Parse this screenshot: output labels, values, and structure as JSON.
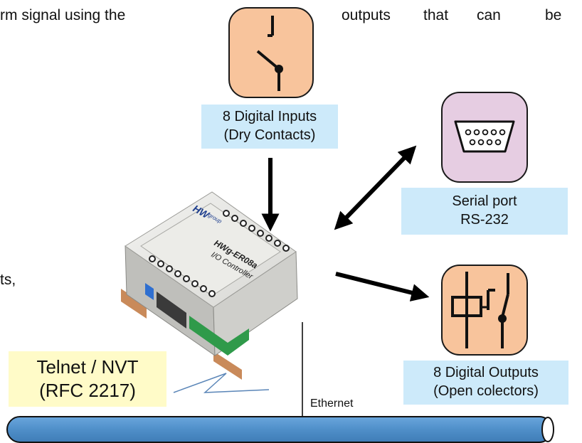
{
  "top_text": {
    "part1": "rm signal using the",
    "part2": "outputs",
    "part3": "that",
    "part4": "can",
    "part5": "be"
  },
  "side_text": "ts,",
  "digital_inputs": {
    "line1": "8 Digital Inputs",
    "line2": "(Dry Contacts)",
    "icon": "switch-contact-icon"
  },
  "serial_port": {
    "line1": "Serial port",
    "line2": "RS-232",
    "icon": "db9-connector-icon"
  },
  "digital_outputs": {
    "line1": "8 Digital Outputs",
    "line2": "(Open colectors)",
    "icon": "relay-icon"
  },
  "device": {
    "brand": "HW",
    "brand_sub": "group",
    "model": "HWg-ER08a",
    "subtitle": "I/O Controller"
  },
  "telnet": {
    "line1": "Telnet / NVT",
    "line2": "(RFC 2217)"
  },
  "network_label": "Ethernet",
  "colors": {
    "label_fill": "#cdeafa",
    "telnet_fill": "#fffbc8",
    "icon_orange": "#f8c49c",
    "icon_pink": "#e6cde2",
    "cable": "#4f8fc9"
  }
}
